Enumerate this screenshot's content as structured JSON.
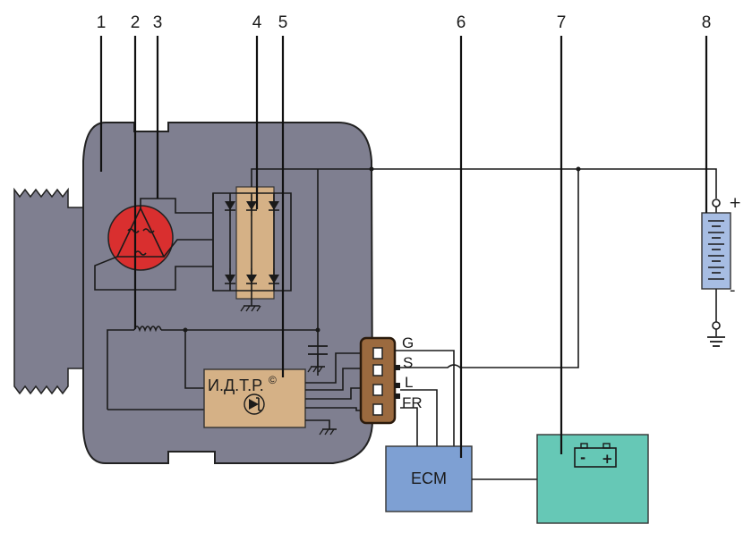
{
  "callouts": [
    "1",
    "2",
    "3",
    "4",
    "5",
    "6",
    "7",
    "8"
  ],
  "regulator": {
    "label": "И.Д.Т.Р.",
    "mark": "©"
  },
  "connector": {
    "pins": [
      "G",
      "S",
      "L",
      "FR"
    ]
  },
  "ecm": {
    "label": "ECM"
  },
  "battery": {
    "plus": "+",
    "minus": "-"
  },
  "battery_symbol": {
    "plus": "+",
    "minus": "-"
  },
  "colors": {
    "housing": "#7f7f90",
    "stator": "#d92f2f",
    "rectifier": "#d5b186",
    "regulator": "#d5b186",
    "ecm": "#7ea0d3",
    "combination_meter": "#66c8b6",
    "battery": "#a7bde3"
  },
  "icons": [
    "diode-icon",
    "zener-diode-icon",
    "battery-icon",
    "ground-icon",
    "capacitor-icon",
    "coil-icon"
  ]
}
